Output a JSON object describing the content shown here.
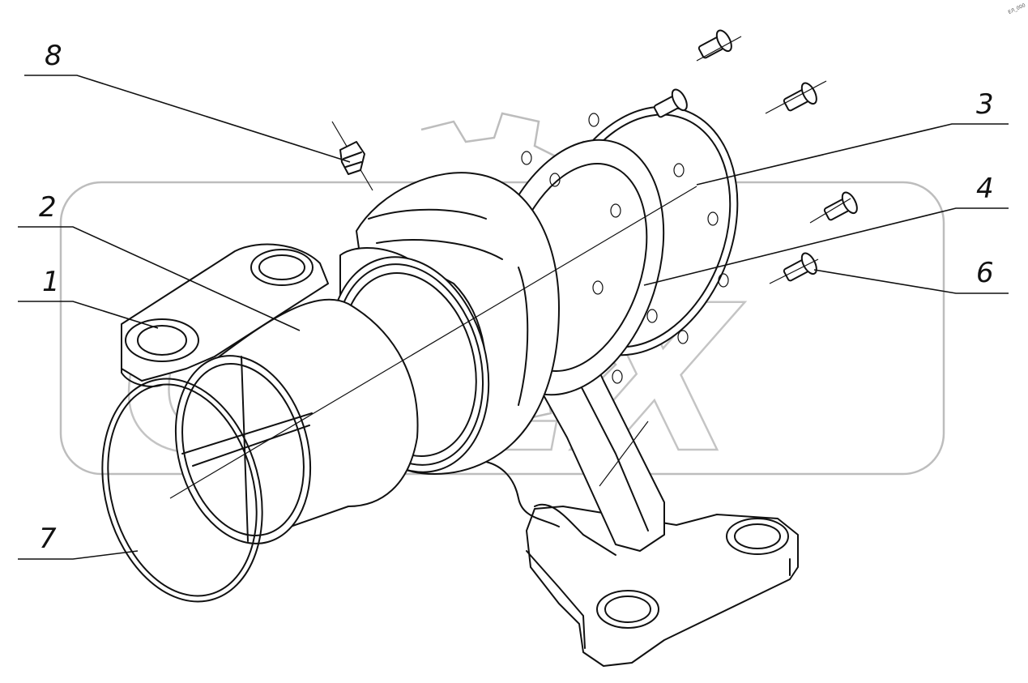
{
  "corner_mark": "ЕЛ_000",
  "watermark_text": "OPEX",
  "callouts": [
    {
      "id": "8",
      "label": "8"
    },
    {
      "id": "3",
      "label": "3"
    },
    {
      "id": "2",
      "label": "2"
    },
    {
      "id": "4",
      "label": "4"
    },
    {
      "id": "1",
      "label": "1"
    },
    {
      "id": "6",
      "label": "6"
    },
    {
      "id": "7",
      "label": "7"
    }
  ]
}
